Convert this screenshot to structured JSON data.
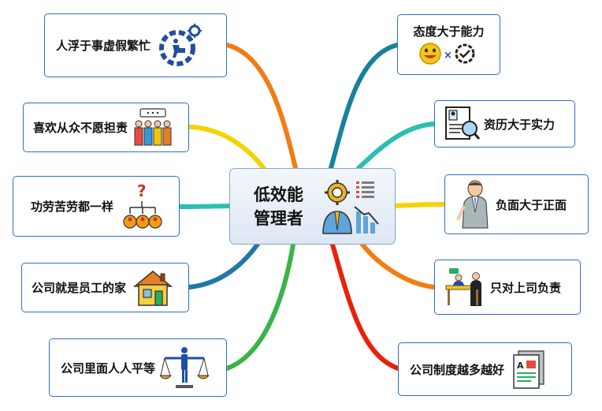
{
  "center": {
    "line1": "低效能",
    "line2": "管理者"
  },
  "left_topics": [
    {
      "label": "人浮于事虚假繁忙",
      "icon": "busy-worker-gear-icon",
      "color": "#f07d14"
    },
    {
      "label": "喜欢从众不愿担责",
      "icon": "team-speech-bubble-icon",
      "color": "#f5d300"
    },
    {
      "label": "功劳苦劳都一样",
      "icon": "question-hierarchy-icon",
      "color": "#2bbfb3"
    },
    {
      "label": "公司就是员工的家",
      "icon": "house-icon",
      "color": "#1f78a6"
    },
    {
      "label": "公司里面人人平等",
      "icon": "balance-scale-icon",
      "color": "#3bb44a"
    }
  ],
  "right_topics": [
    {
      "label": "态度大于能力",
      "icon": "smiley-vs-gear-icon",
      "color": "#17819e"
    },
    {
      "label": "资历大于实力",
      "icon": "resume-magnifier-icon",
      "color": "#2bbfb3"
    },
    {
      "label": "负面大于正面",
      "icon": "sad-man-icon",
      "color": "#f5d300"
    },
    {
      "label": "只对上司负责",
      "icon": "boss-meeting-icon",
      "color": "#f07d14"
    },
    {
      "label": "公司制度越多越好",
      "icon": "documents-icon",
      "color": "#e8210c"
    }
  ],
  "colors": {
    "node_border": "#2e6fc7",
    "text": "#111111"
  }
}
